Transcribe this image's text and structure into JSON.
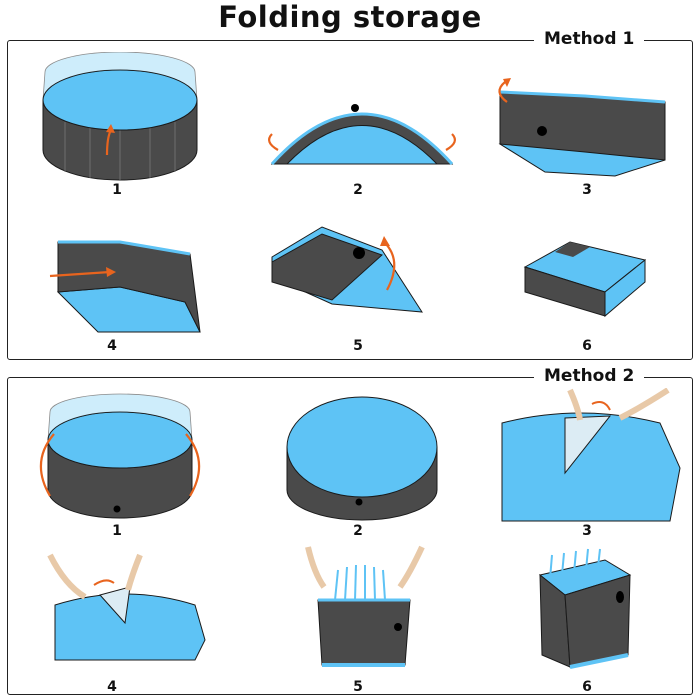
{
  "title": "Folding storage",
  "methods": [
    {
      "label": "Method 1",
      "steps": [
        "1",
        "2",
        "3",
        "4",
        "5",
        "6"
      ]
    },
    {
      "label": "Method 2",
      "steps": [
        "1",
        "2",
        "3",
        "4",
        "5",
        "6"
      ]
    }
  ],
  "colors": {
    "pool_blue": "#5ec3f5",
    "wall_gray": "#4a4a4a",
    "arrow_orange": "#e8641e",
    "outline": "#1a1a1a"
  }
}
